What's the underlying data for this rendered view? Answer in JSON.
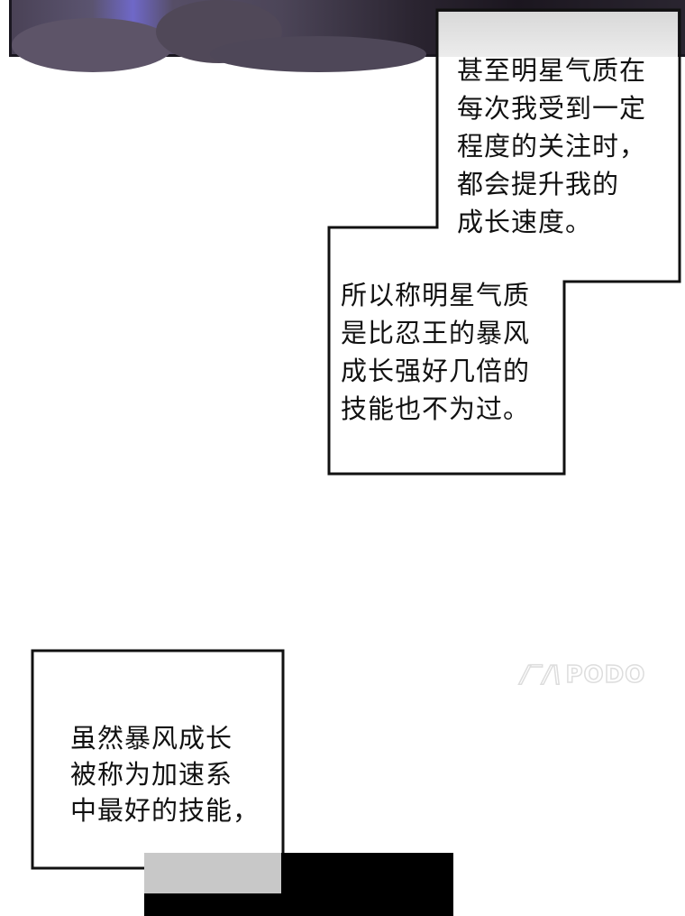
{
  "captions": [
    {
      "lines": [
        "甚至明星气质在",
        "每次我受到一定",
        "程度的关注时，",
        "都会提升我的",
        "成长速度。"
      ]
    },
    {
      "lines": [
        "所以称明星气质",
        "是比忍王的暴风",
        "成长强好几倍的",
        "技能也不为过。"
      ]
    },
    {
      "lines": [
        "虽然暴风成长",
        "被称为加速系",
        "中最好的技能，"
      ]
    }
  ],
  "watermark": "PODO"
}
